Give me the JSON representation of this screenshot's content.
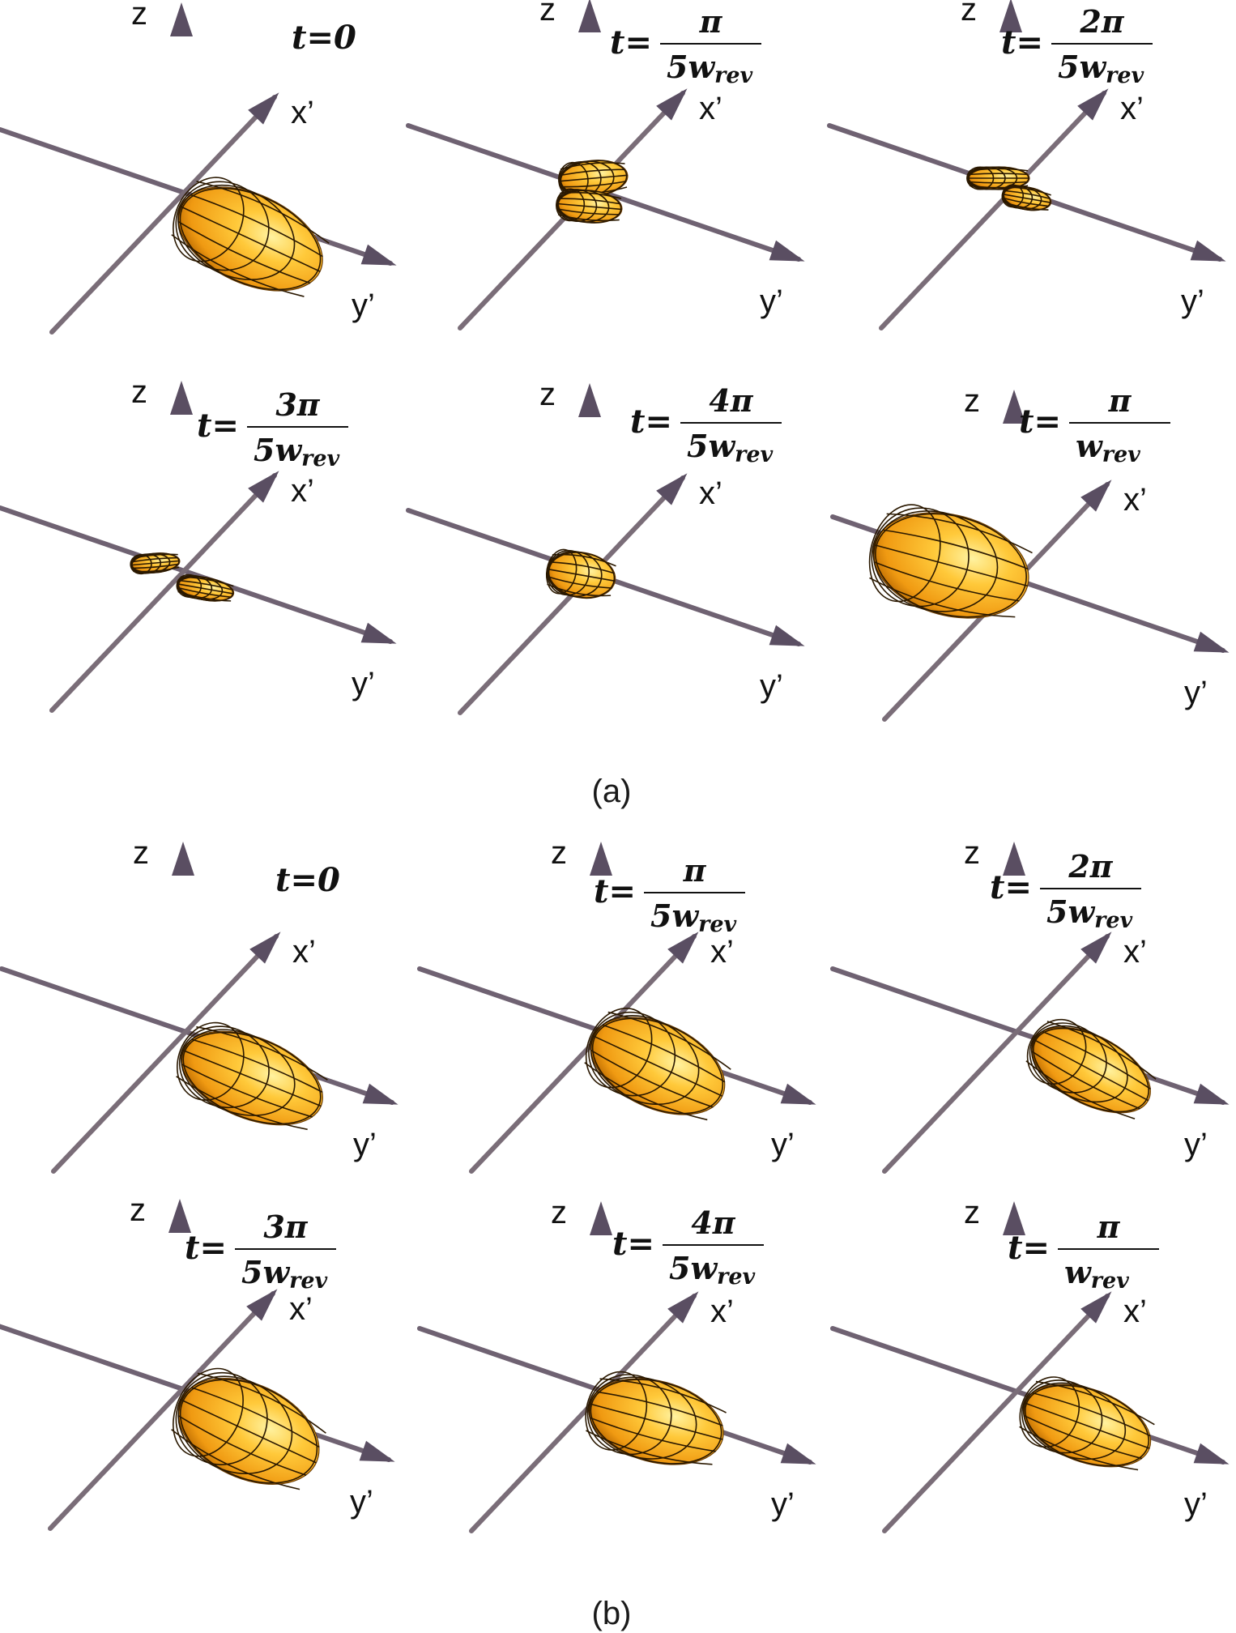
{
  "figure": {
    "panel_a_label": "(a)",
    "panel_b_label": "(b)",
    "axis_labels": {
      "z": "z",
      "x": "x’",
      "y": "y’"
    },
    "time_prefix": "t=",
    "colors": {
      "axis": "#6d6170",
      "axis_dark": "#4b3f55",
      "lobe_light": "#ffe680",
      "lobe_mid": "#f5b324",
      "lobe_dark": "#b86b00",
      "mesh": "#2a1800"
    },
    "panels": [
      {
        "id": "a",
        "frames": [
          {
            "time_simple": "t=0",
            "num": "",
            "den": ""
          },
          {
            "time_simple": "",
            "num": "π",
            "den": "5w",
            "den_sub": "rev"
          },
          {
            "time_simple": "",
            "num": "2π",
            "den": "5w",
            "den_sub": "rev"
          },
          {
            "time_simple": "",
            "num": "3π",
            "den": "5w",
            "den_sub": "rev"
          },
          {
            "time_simple": "",
            "num": "4π",
            "den": "5w",
            "den_sub": "rev"
          },
          {
            "time_simple": "",
            "num": "π",
            "den": "w",
            "den_sub": "rev"
          }
        ]
      },
      {
        "id": "b",
        "frames": [
          {
            "time_simple": "t=0",
            "num": "",
            "den": ""
          },
          {
            "time_simple": "",
            "num": "π",
            "den": "5w",
            "den_sub": "rev"
          },
          {
            "time_simple": "",
            "num": "2π",
            "den": "5w",
            "den_sub": "rev"
          },
          {
            "time_simple": "",
            "num": "3π",
            "den": "5w",
            "den_sub": "rev"
          },
          {
            "time_simple": "",
            "num": "4π",
            "den": "5w",
            "den_sub": "rev"
          },
          {
            "time_simple": "",
            "num": "π",
            "den": "w",
            "den_sub": "rev"
          }
        ]
      }
    ]
  }
}
